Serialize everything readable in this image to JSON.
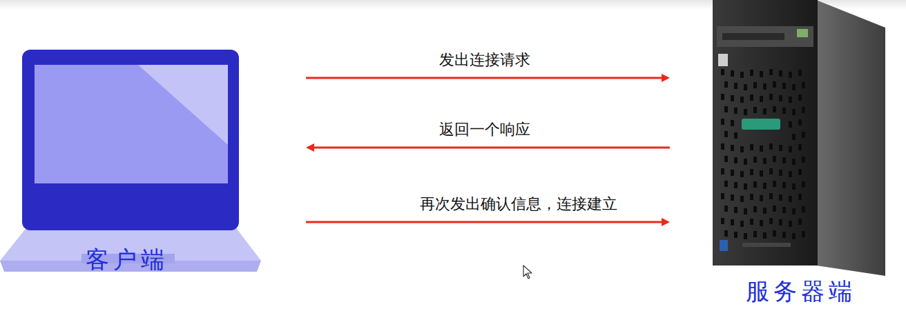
{
  "diagram": {
    "nodes": [
      {
        "text": [
          "客户端"
        ]
      },
      {
        "text": [
          "服务器端"
        ]
      }
    ],
    "edges": [
      {
        "from": 0,
        "to": 1,
        "arrow": "to",
        "label": "发出连接请求"
      },
      {
        "from": 1,
        "to": 0,
        "arrow": "to",
        "label": "返回一个响应"
      },
      {
        "from": 0,
        "to": 1,
        "arrow": "to",
        "label": "再次发出确认信息，连接建立"
      }
    ]
  }
}
